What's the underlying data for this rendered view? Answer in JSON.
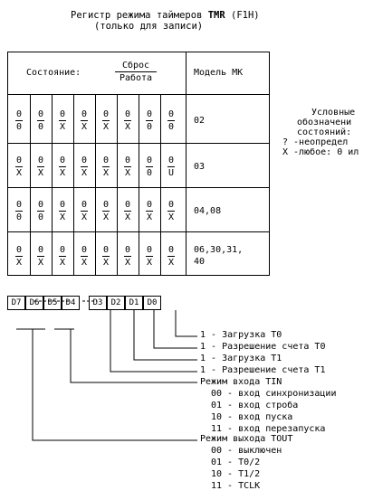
{
  "title": {
    "line1_prefix": "Регистр режима таймеров ",
    "line1_reg": "TMR",
    "line1_suffix": " (F1H)",
    "line2": "(только для записи)"
  },
  "table": {
    "header_state_label": "Состояние:",
    "header_frac_top": "Сброс",
    "header_frac_bottom": "Работа",
    "header_model_label": "Модель МК",
    "rows": [
      {
        "cells": [
          [
            "0",
            "0"
          ],
          [
            "0",
            "0"
          ],
          [
            "0",
            "X"
          ],
          [
            "0",
            "X"
          ],
          [
            "0",
            "X"
          ],
          [
            "0",
            "X"
          ],
          [
            "0",
            "0"
          ],
          [
            "0",
            "0"
          ]
        ],
        "model": "02"
      },
      {
        "cells": [
          [
            "0",
            "X"
          ],
          [
            "0",
            "X"
          ],
          [
            "0",
            "X"
          ],
          [
            "0",
            "X"
          ],
          [
            "0",
            "X"
          ],
          [
            "0",
            "X"
          ],
          [
            "0",
            "0"
          ],
          [
            "0",
            "U"
          ]
        ],
        "model": "03"
      },
      {
        "cells": [
          [
            "0",
            "0"
          ],
          [
            "0",
            "0"
          ],
          [
            "0",
            "X"
          ],
          [
            "0",
            "X"
          ],
          [
            "0",
            "X"
          ],
          [
            "0",
            "X"
          ],
          [
            "0",
            "X"
          ],
          [
            "0",
            "X"
          ]
        ],
        "model": "04,08"
      },
      {
        "cells": [
          [
            "0",
            "X"
          ],
          [
            "0",
            "X"
          ],
          [
            "0",
            "X"
          ],
          [
            "0",
            "X"
          ],
          [
            "0",
            "X"
          ],
          [
            "0",
            "X"
          ],
          [
            "0",
            "X"
          ],
          [
            "0",
            "X"
          ]
        ],
        "model": "06,30,31,",
        "model2": "40"
      }
    ]
  },
  "legend": {
    "line1": "Условные",
    "line2": "обозначени",
    "line3": "состояний:",
    "line4": "? -неопредел",
    "line5": "X -любое: 0 ил"
  },
  "bits": [
    "D7",
    "D6",
    "D5",
    "D4",
    "D3",
    "D2",
    "D1",
    "D0"
  ],
  "descriptions": {
    "d0": "1 - Загрузка T0",
    "d1": "1 - Разрешение счета T0",
    "d2": "1 - Загрузка T1",
    "d3": "1 - Разрешение счета T1",
    "tin_title": "Режим входа TIN",
    "tin_00": "00 - вход синхронизации",
    "tin_01": "01 - вход строба",
    "tin_10": "10 - вход пуска",
    "tin_11": "11 - вход перезапуска",
    "tout_title": "Режим выхода TOUT",
    "tout_00": "00 - выключен",
    "tout_01": "01 - T0/2",
    "tout_10": "10 - T1/2",
    "tout_11": "11 - TCLK"
  }
}
